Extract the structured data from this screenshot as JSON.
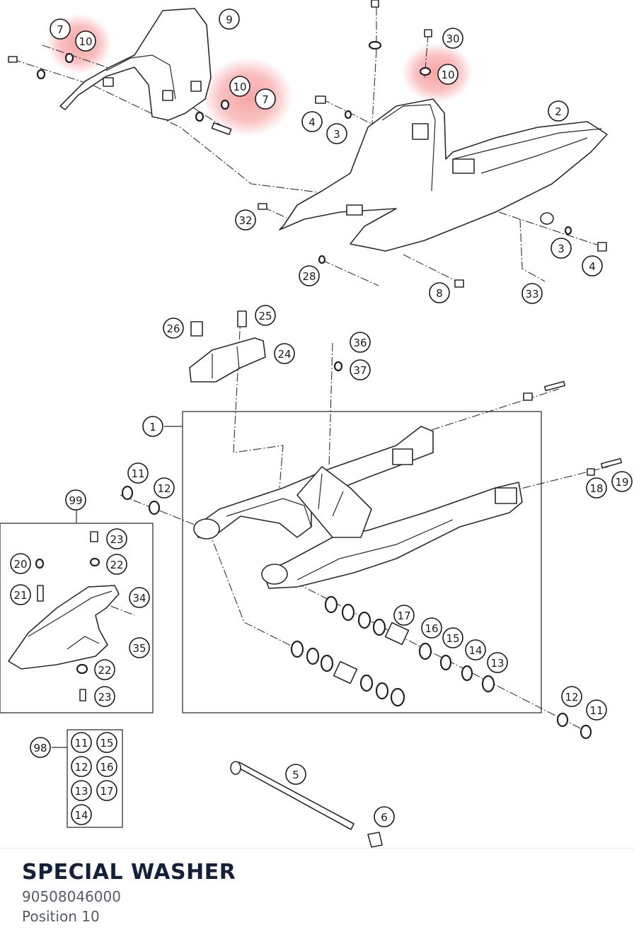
{
  "part": {
    "name": "SPECIAL WASHER",
    "number": "90508046000",
    "position": "Position 10"
  },
  "highlight_color": "#f15b5b",
  "diagram": {
    "labels": [
      "7",
      "10",
      "9",
      "10",
      "7",
      "30",
      "10",
      "4",
      "3",
      "2",
      "32",
      "3",
      "4",
      "28",
      "8",
      "33",
      "26",
      "25",
      "24",
      "36",
      "37",
      "1",
      "11",
      "12",
      "99",
      "23",
      "20",
      "22",
      "21",
      "34",
      "35",
      "22",
      "23",
      "17",
      "16",
      "15",
      "14",
      "13",
      "18",
      "19",
      "12",
      "11",
      "98",
      "11",
      "15",
      "12",
      "16",
      "13",
      "17",
      "14",
      "5",
      "6"
    ],
    "highlighted": [
      "10",
      "10",
      "10"
    ]
  }
}
